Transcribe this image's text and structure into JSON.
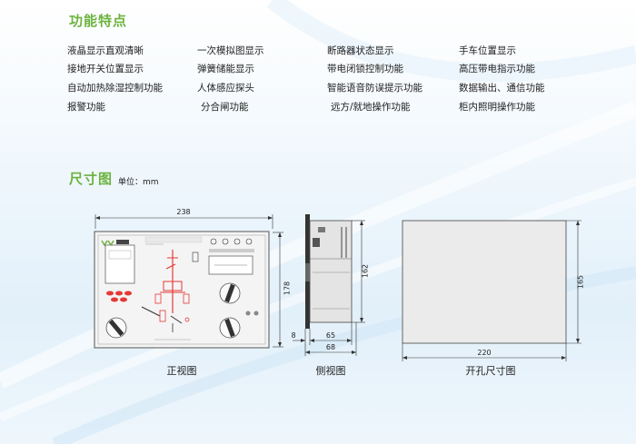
{
  "section1": {
    "title": "功能特点",
    "features": [
      [
        "液晶显示直观清晰",
        "一次模拟图显示",
        "断路器状态显示",
        "手车位置显示"
      ],
      [
        "接地开关位置显示",
        "弹簧储能显示",
        "带电闭锁控制功能",
        "高压带电指示功能"
      ],
      [
        "自动加热除湿控制功能",
        "人体感应探头",
        "智能语音防误提示功能",
        "数据输出、通信功能"
      ],
      [
        "报警功能",
        "分合闸功能",
        "远方/就地操作功能",
        "柜内照明操作功能"
      ]
    ]
  },
  "section2": {
    "title": "尺寸图",
    "unit": "单位：mm"
  },
  "front": {
    "caption": "正视图",
    "width": "238",
    "height": "178"
  },
  "side": {
    "caption": "侧视图",
    "height": "162",
    "d1": "8",
    "d2": "65",
    "d3": "68"
  },
  "cutout": {
    "caption": "开孔尺寸图",
    "width": "220",
    "height": "165"
  },
  "colors": {
    "accent": "#6cb33f",
    "panel": "#f4f4f4",
    "cutout_fill": "#ebebeb"
  }
}
